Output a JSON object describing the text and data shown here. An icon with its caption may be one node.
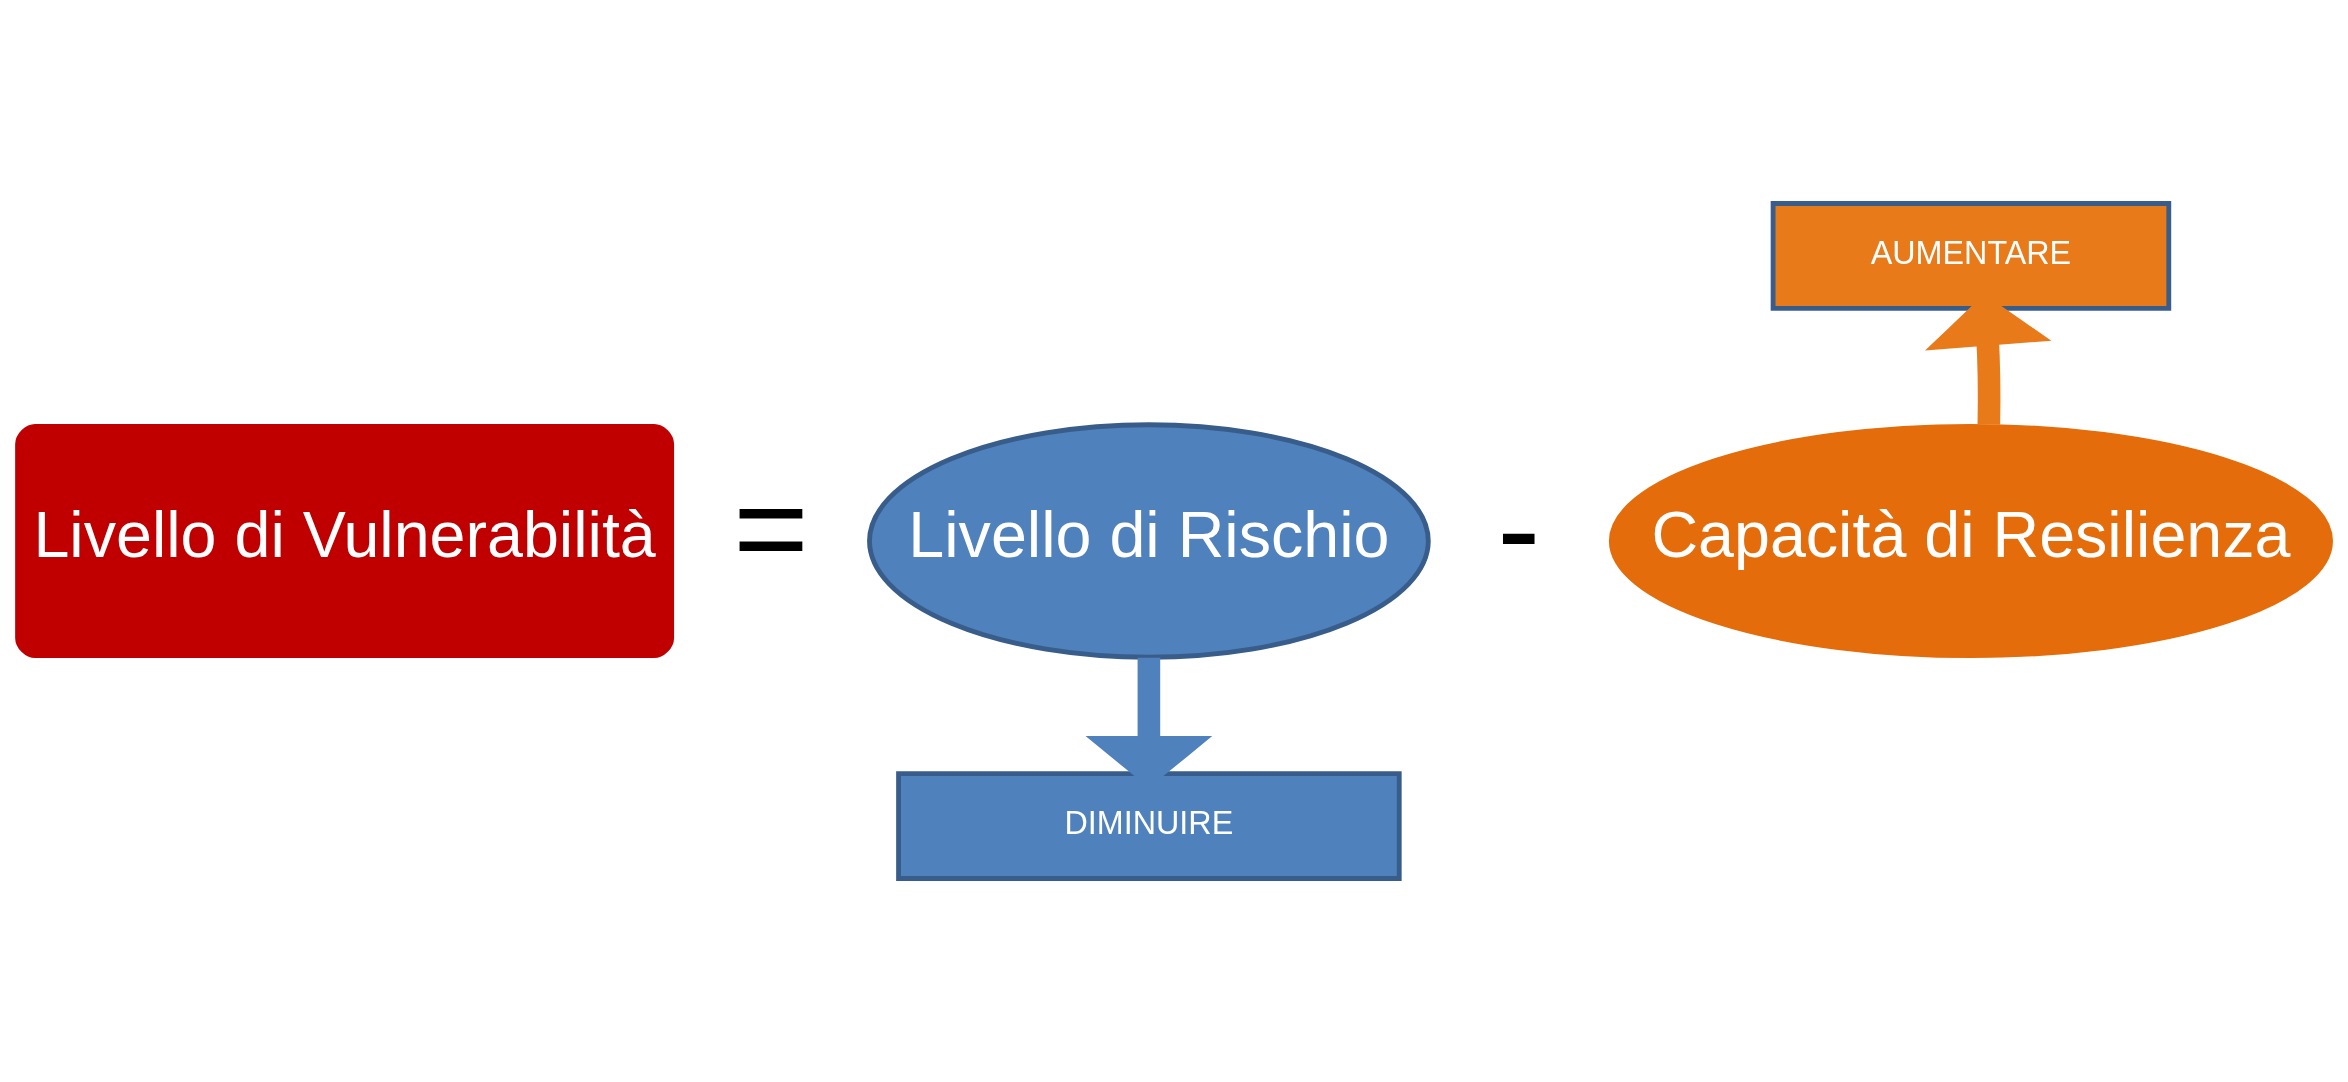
{
  "diagram": {
    "nodes": [
      {
        "text": [
          "Livello di Vulnerabilità"
        ]
      },
      {
        "text": [
          "Livello di Rischio"
        ]
      },
      {
        "text": [
          "Capacità di Resilienza"
        ]
      },
      {
        "text": [
          "AUMENTARE"
        ]
      },
      {
        "text": [
          "DIMINUIRE"
        ]
      }
    ],
    "edges": [
      {
        "from": 2,
        "to": 3,
        "arrow": "to",
        "color": "#e87a1a"
      },
      {
        "from": 1,
        "to": 4,
        "arrow": "to",
        "color": "#4f81bd"
      }
    ],
    "labels": [
      "=",
      "-"
    ]
  }
}
